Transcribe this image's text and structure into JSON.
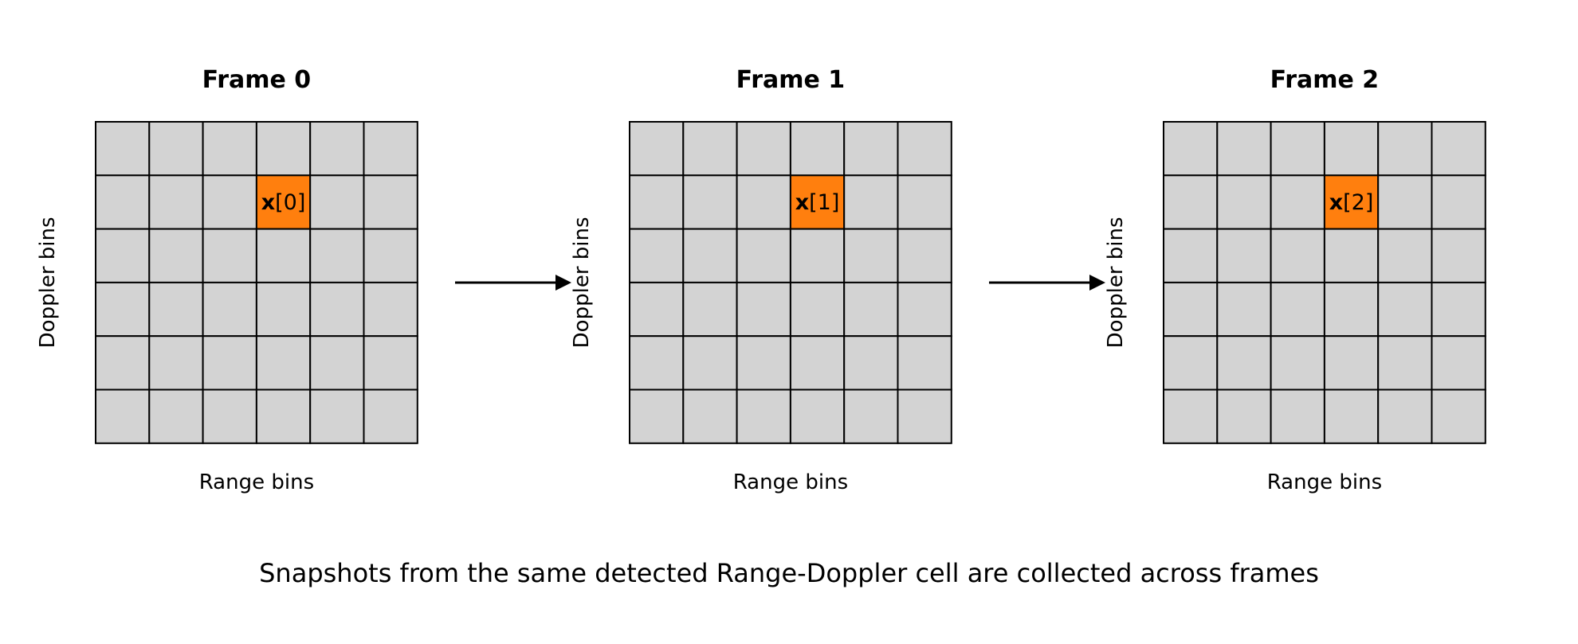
{
  "frames": [
    {
      "title": "Frame 0",
      "ylabel": "Doppler bins",
      "xlabel": "Range bins",
      "highlight": {
        "row": 1,
        "col": 3,
        "symbol": "x",
        "index": "[0]"
      }
    },
    {
      "title": "Frame 1",
      "ylabel": "Doppler bins",
      "xlabel": "Range bins",
      "highlight": {
        "row": 1,
        "col": 3,
        "symbol": "x",
        "index": "[1]"
      }
    },
    {
      "title": "Frame 2",
      "ylabel": "Doppler bins",
      "xlabel": "Range bins",
      "highlight": {
        "row": 1,
        "col": 3,
        "symbol": "x",
        "index": "[2]"
      }
    }
  ],
  "grid": {
    "rows": 6,
    "cols": 6
  },
  "colors": {
    "cell_fill": "#d3d3d3",
    "highlight_fill": "#ff7f0e",
    "grid_line": "#000000",
    "arrow": "#000000"
  },
  "caption": "Snapshots from the same detected Range-Doppler cell are collected across frames"
}
